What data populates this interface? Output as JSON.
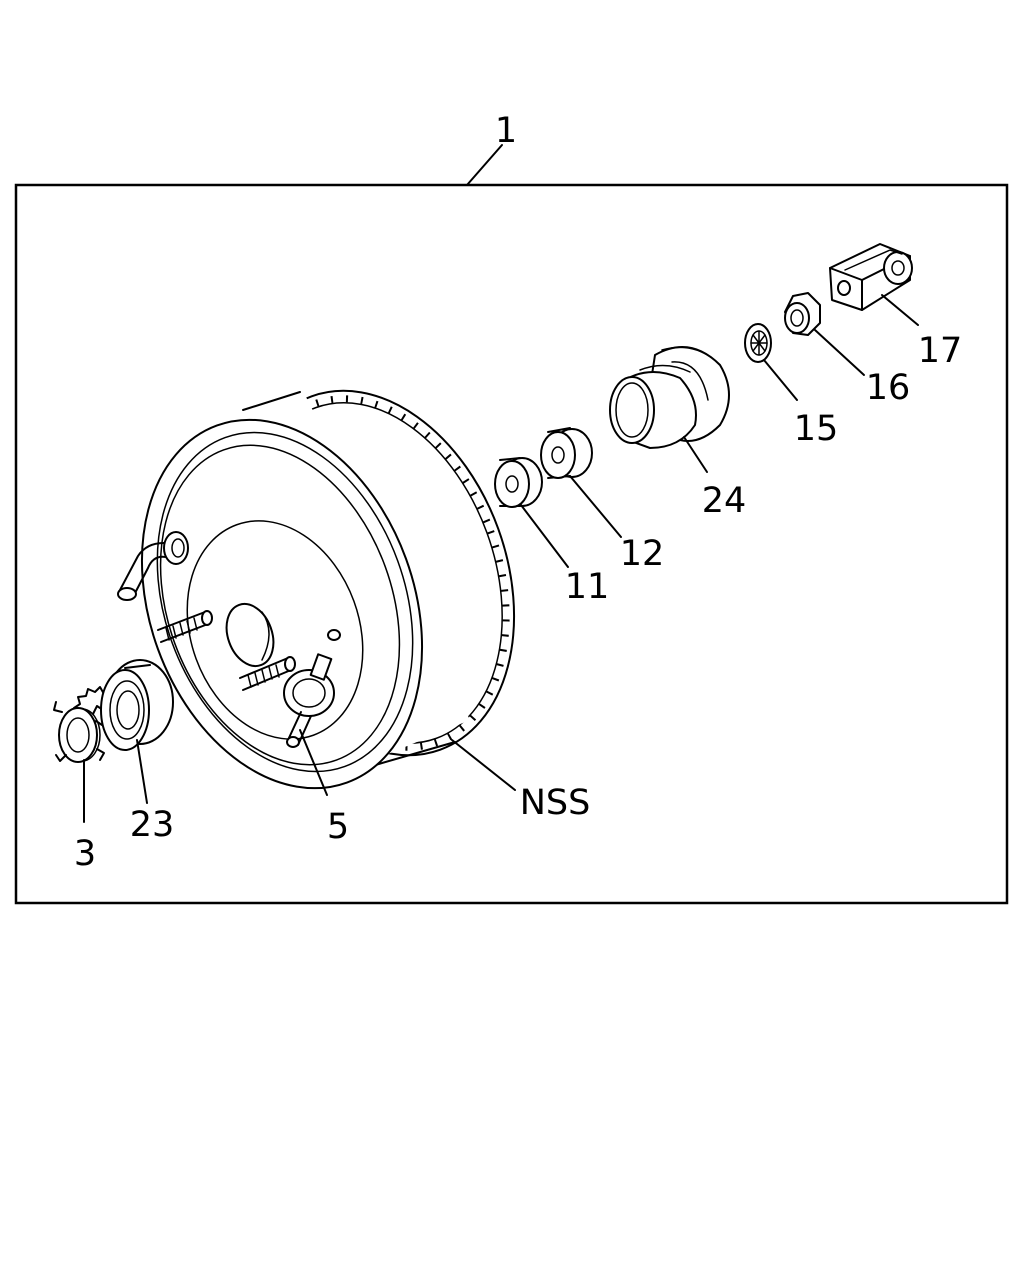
{
  "diagram": {
    "callouts": {
      "assembly": "1",
      "nut_lock_washer": "3",
      "check_valve": "5",
      "part_11": "11",
      "part_12": "12",
      "part_15": "15",
      "part_16": "16",
      "clevis": "17",
      "grommet": "23",
      "boot": "24",
      "not_serviced": "NSS"
    }
  }
}
